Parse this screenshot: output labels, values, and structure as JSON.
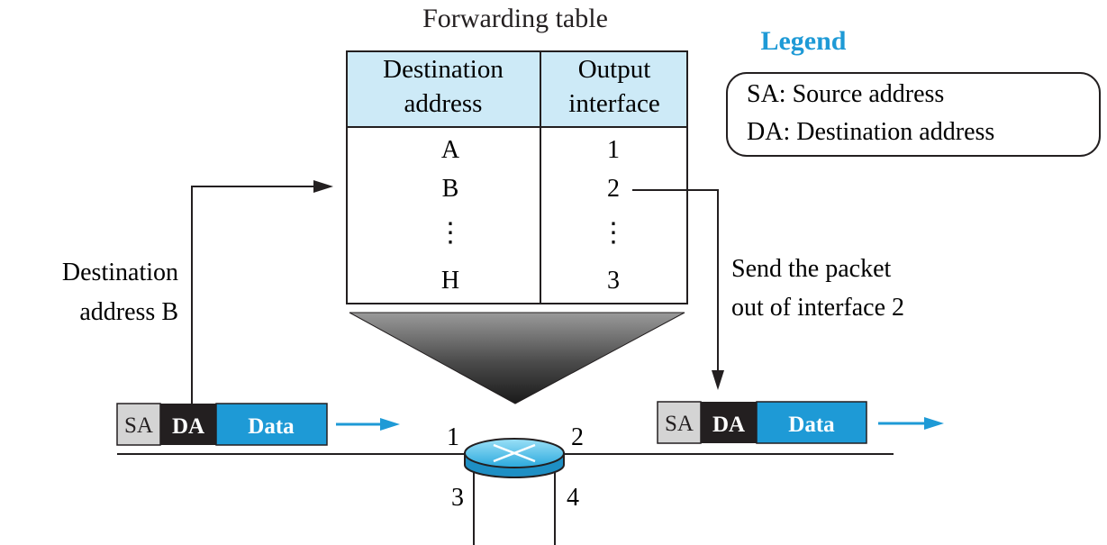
{
  "table": {
    "title": "Forwarding table",
    "headers": [
      [
        "Destination",
        "address"
      ],
      [
        "Output",
        "interface"
      ]
    ],
    "rows": [
      {
        "dest": "A",
        "iface": "1"
      },
      {
        "dest": "B",
        "iface": "2"
      },
      {
        "dest": "⋮",
        "iface": "⋮"
      },
      {
        "dest": "H",
        "iface": "3"
      }
    ]
  },
  "legend": {
    "title": "Legend",
    "items": [
      "SA: Source address",
      "DA: Destination address"
    ]
  },
  "labels": {
    "dest_lines": [
      "Destination",
      "address B"
    ],
    "send_lines": [
      "Send the packet",
      "out of interface 2"
    ]
  },
  "packet": {
    "sa": "SA",
    "da": "DA",
    "data": "Data"
  },
  "router": {
    "ports": [
      "1",
      "2",
      "3",
      "4"
    ]
  },
  "colors": {
    "accent": "#1e9ad6",
    "header_fill": "#cdeaf7",
    "sa_fill": "#d4d4d4",
    "da_fill": "#231f20",
    "line": "#231f20",
    "router_fill": "#5bc6ee"
  }
}
